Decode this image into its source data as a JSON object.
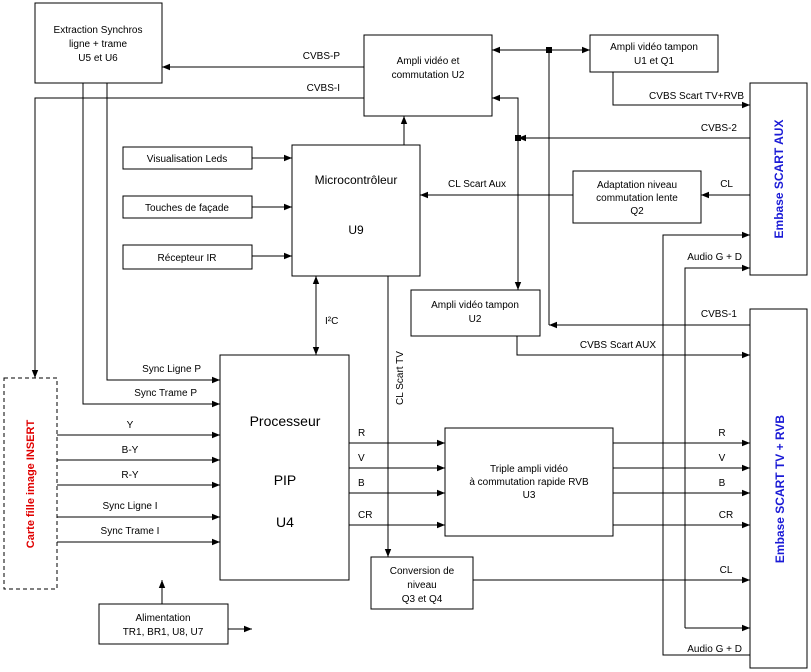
{
  "blocks": {
    "extraction": [
      "Extraction Synchros",
      "ligne + trame",
      "U5 et U6"
    ],
    "ampli_commutation": [
      "Ampli vidéo et",
      "commutation U2"
    ],
    "ampli_tampon_u1": [
      "Ampli vidéo tampon",
      "U1 et Q1"
    ],
    "embase_aux": "Embase SCART AUX",
    "visualisation": "Visualisation Leds",
    "touches": "Touches de façade",
    "recepteur": "Récepteur IR",
    "micro": [
      "Microcontrôleur",
      "U9"
    ],
    "adaptation": [
      "Adaptation niveau",
      "commutation lente",
      "Q2"
    ],
    "ampli_tampon_u2": [
      "Ampli vidéo tampon",
      "U2"
    ],
    "carte_fille": "Carte fille image INSERT",
    "processeur": [
      "Processeur",
      "PIP",
      "U4"
    ],
    "triple_ampli": [
      "Triple ampli vidéo",
      "à commutation rapide RVB",
      "U3"
    ],
    "embase_tv": "Embase SCART TV + RVB",
    "conversion": [
      "Conversion de",
      "niveau",
      "Q3 et Q4"
    ],
    "alimentation": [
      "Alimentation",
      "TR1, BR1, U8, U7"
    ]
  },
  "signals": {
    "cvbs_p": "CVBS-P",
    "cvbs_i": "CVBS-I",
    "cvbs_scart_tv_rvb": "CVBS Scart TV+RVB",
    "cvbs_2": "CVBS-2",
    "cl_scart_aux": "CL Scart Aux",
    "cl_aux": "CL",
    "audio_gd_top": "Audio G + D",
    "cvbs_1": "CVBS-1",
    "i2c": "I²C",
    "cvbs_scart_aux": "CVBS Scart AUX",
    "cl_scart_tv": "CL Scart TV",
    "sync_ligne_p": "Sync Ligne P",
    "sync_trame_p": "Sync Trame P",
    "y": "Y",
    "b_y": "B-Y",
    "r_y": "R-Y",
    "sync_ligne_i": "Sync Ligne I",
    "sync_trame_i": "Sync Trame I",
    "r_in": "R",
    "v_in": "V",
    "b_in": "B",
    "cr_in": "CR",
    "r_out": "R",
    "v_out": "V",
    "b_out": "B",
    "cr_out": "CR",
    "cl_out": "CL",
    "audio_gd_bottom": "Audio G + D"
  }
}
